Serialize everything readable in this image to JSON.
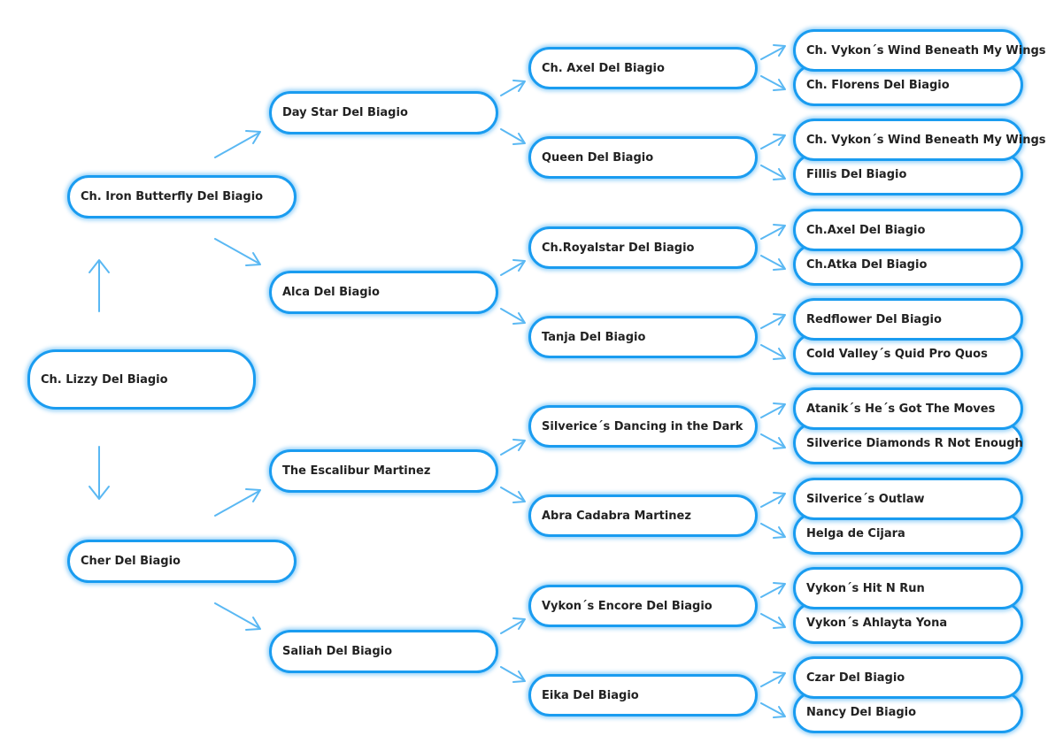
{
  "subject": "Ch. Lizzy Del Biagio",
  "parents": {
    "sire": "Ch. Iron Butterfly Del Biagio",
    "dam": "Cher Del Biagio"
  },
  "grandparents": [
    "Day Star Del Biagio",
    "Alca Del Biagio",
    "The Escalibur Martinez",
    "Saliah Del Biagio"
  ],
  "great_grandparents": [
    "Ch. Axel Del Biagio",
    "Queen Del Biagio",
    "Ch.Royalstar Del Biagio",
    "Tanja Del Biagio",
    "Silverice´s Dancing in the Dark",
    "Abra Cadabra Martinez",
    "Vykon´s Encore Del Biagio",
    "Eika Del Biagio"
  ],
  "great_great_grandparents": [
    "Ch. Vykon´s Wind Beneath My Wings",
    "Ch. Florens Del Biagio",
    "Ch. Vykon´s Wind Beneath My Wings",
    "Fillis Del Biagio",
    "Ch.Axel Del Biagio",
    "Ch.Atka Del Biagio",
    "Redflower Del Biagio",
    "Cold Valley´s Quid Pro Quos",
    "Atanik´s He´s Got The Moves",
    "Silverice Diamonds R Not Enough",
    "Silverice´s Outlaw",
    "Helga de Cijara",
    "Vykon´s Hit N Run",
    "Vykon´s Ahlayta Yona",
    "Czar Del Biagio",
    "Nancy Del Biagio"
  ],
  "colors": {
    "border": "#1a9cf0",
    "arrow": "#5ab8f3",
    "text": "#222222"
  }
}
